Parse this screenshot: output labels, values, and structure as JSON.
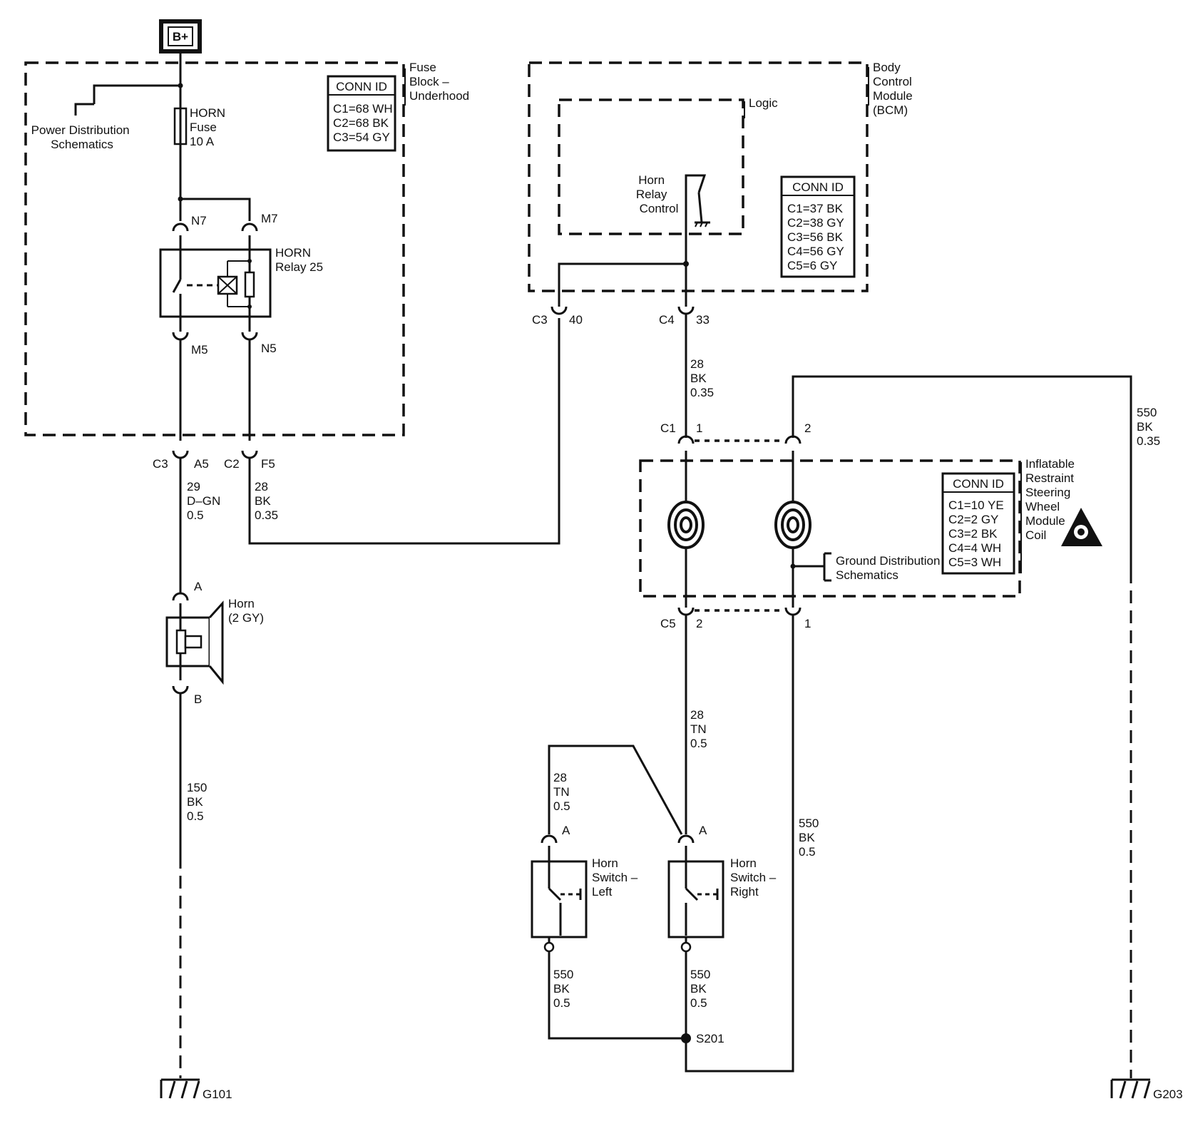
{
  "battery": "B+",
  "fuse_block": {
    "title": [
      "Fuse",
      "Block –",
      "Underhood"
    ],
    "conn_id": {
      "title": "CONN ID",
      "rows": [
        "C1=68 WH",
        "C2=68 BK",
        "C3=54 GY"
      ]
    },
    "power_distribution": [
      "Power Distribution",
      "Schematics"
    ],
    "fuse": [
      "HORN",
      "Fuse",
      "10 A"
    ],
    "relay": [
      "HORN",
      "Relay 25"
    ],
    "pins": {
      "n7": "N7",
      "m7": "M7",
      "m5": "M5",
      "n5": "N5"
    }
  },
  "bcm": {
    "title": [
      "Body",
      "Control",
      "Module",
      "(BCM)"
    ],
    "logic": "Logic",
    "relay_control": [
      "Horn",
      "Relay",
      "Control"
    ],
    "conn_id": {
      "title": "CONN ID",
      "rows": [
        "C1=37 BK",
        "C2=38 GY",
        "C3=56 BK",
        "C4=56 GY",
        "C5=6 GY"
      ]
    },
    "pins": {
      "c3": "C3",
      "c3_pin": "40",
      "c4": "C4",
      "c4_pin": "33"
    }
  },
  "coil": {
    "title": [
      "Inflatable",
      "Restraint",
      "Steering",
      "Wheel",
      "Module",
      "Coil"
    ],
    "conn_id": {
      "title": "CONN ID",
      "rows": [
        "C1=10 YE",
        "C2=2 GY",
        "C3=2 BK",
        "C4=4 WH",
        "C5=3 WH"
      ]
    },
    "ground_distribution": [
      "Ground Distribution",
      "Schematics"
    ],
    "pins": {
      "c1": "C1",
      "c1_pin1": "1",
      "c1_pin2": "2",
      "c5": "C5",
      "c5_pin2": "2",
      "c5_pin1": "1"
    }
  },
  "horn": {
    "label": [
      "Horn",
      "(2 GY)"
    ],
    "pin_a": "A",
    "pin_b": "B"
  },
  "connectors": {
    "c3": "C3",
    "a5": "A5",
    "c2": "C2",
    "f5": "F5"
  },
  "wires": {
    "horn_feed": [
      "29",
      "D–GN",
      "0.5"
    ],
    "relay_ctrl": [
      "28",
      "BK",
      "0.35"
    ],
    "bcm_to_coil": [
      "28",
      "BK",
      "0.35"
    ],
    "coil_ground_right": [
      "550",
      "BK",
      "0.35"
    ],
    "coil_to_switch": [
      "28",
      "TN",
      "0.5"
    ],
    "switch_left_feed": [
      "28",
      "TN",
      "0.5"
    ],
    "horn_ground": [
      "150",
      "BK",
      "0.5"
    ],
    "coil_ground_mid": [
      "550",
      "BK",
      "0.5"
    ],
    "switch_left_ground": [
      "550",
      "BK",
      "0.5"
    ],
    "switch_right_ground": [
      "550",
      "BK",
      "0.5"
    ]
  },
  "switches": {
    "left": {
      "label": [
        "Horn",
        "Switch –",
        "Left"
      ],
      "pin": "A"
    },
    "right": {
      "label": [
        "Horn",
        "Switch –",
        "Right"
      ],
      "pin": "A"
    }
  },
  "splice": "S201",
  "grounds": {
    "g101": "G101",
    "g203": "G203"
  }
}
